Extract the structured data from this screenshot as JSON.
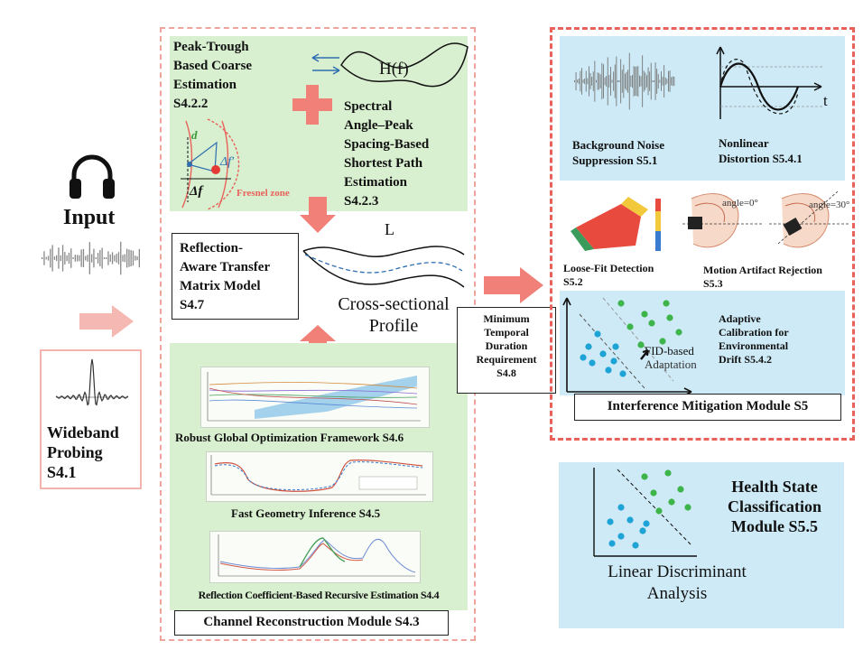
{
  "input": {
    "label": "Input",
    "wideband_line1": "Wideband",
    "wideband_line2": "Probing",
    "wideband_line3": "S4.1"
  },
  "peak_trough": {
    "line1": "Peak-Trough",
    "line2": "Based Coarse",
    "line3": "Estimation",
    "line4": "S4.2.2"
  },
  "spectral": {
    "line1": "Spectral",
    "line2": "Angle–Peak",
    "line3": "Spacing-Based",
    "line4": "Shortest Path",
    "line5": "Estimation",
    "line6": "S4.2.3",
    "hf": "H(f)"
  },
  "fresnel": {
    "zone": "Fresnel zone",
    "d": "d",
    "delta_f": "Δf",
    "delta_f_prime": "Δf′"
  },
  "reflection_tm": {
    "line1": "Reflection-",
    "line2": "Aware Transfer",
    "line3": "Matrix Model",
    "line4": "S4.7"
  },
  "profile": {
    "L": "L",
    "line1": "Cross-sectional",
    "line2": "Profile"
  },
  "duration": {
    "line1": "Minimum",
    "line2": "Temporal",
    "line3": "Duration",
    "line4": "Requirement",
    "line5": "S4.8"
  },
  "channel": {
    "robust": "Robust Global Optimization Framework S4.6",
    "fast": "Fast Geometry Inference S4.5",
    "recursive": "Reflection Coefficient-Based Recursive Estimation S4.4",
    "module": "Channel Reconstruction Module S4.3"
  },
  "interference": {
    "noise_line1": "Background Noise",
    "noise_line2": "Suppression S5.1",
    "nonlinear_line1": "Nonlinear",
    "nonlinear_line2": "Distortion S5.4.1",
    "t_label": "t",
    "loose_line1": "Loose-Fit Detection",
    "loose_line2": "S5.2",
    "motion_line1": "Motion Artifact Rejection",
    "motion_line2": "S5.3",
    "angle0": "angle=0°",
    "angle30": "angle=30°",
    "adaptive_line1": "Adaptive",
    "adaptive_line2": "Calibration for",
    "adaptive_line3": "Environmental",
    "adaptive_line4": "Drift S5.4.2",
    "fid_line1": "FID-based",
    "fid_line2": "Adaptation",
    "module": "Interference Mitigation Module S5"
  },
  "health": {
    "line1": "Health State",
    "line2": "Classification",
    "line3": "Module S5.5",
    "lda_line1": "Linear Discriminant",
    "lda_line2": "Analysis"
  },
  "colors": {
    "accent_red": "#e8625a",
    "arrow_salmon": "#f08078",
    "green_panel": "#d8efd0",
    "blue_panel": "#cdeaf6",
    "dot_green": "#3db54a",
    "dot_blue": "#1ea3d6"
  }
}
